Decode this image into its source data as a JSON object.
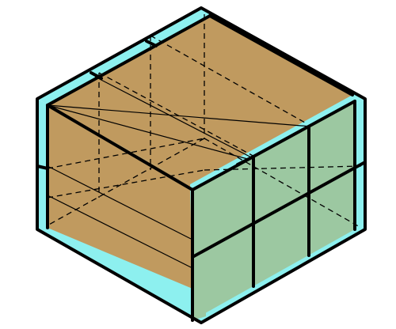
{
  "figure": {
    "description_free": true
  },
  "colors": {
    "background": "#ffffff",
    "frame_cyan": "#8df0ef",
    "box_tan": "#c09a5f",
    "box_tan_dark": "#b58e55",
    "cube_green": "#9cc8a1",
    "edge": "#000000"
  },
  "structure": {
    "cubes_visible_right_face": 6,
    "cube_rows": 2,
    "cube_columns": 3
  }
}
